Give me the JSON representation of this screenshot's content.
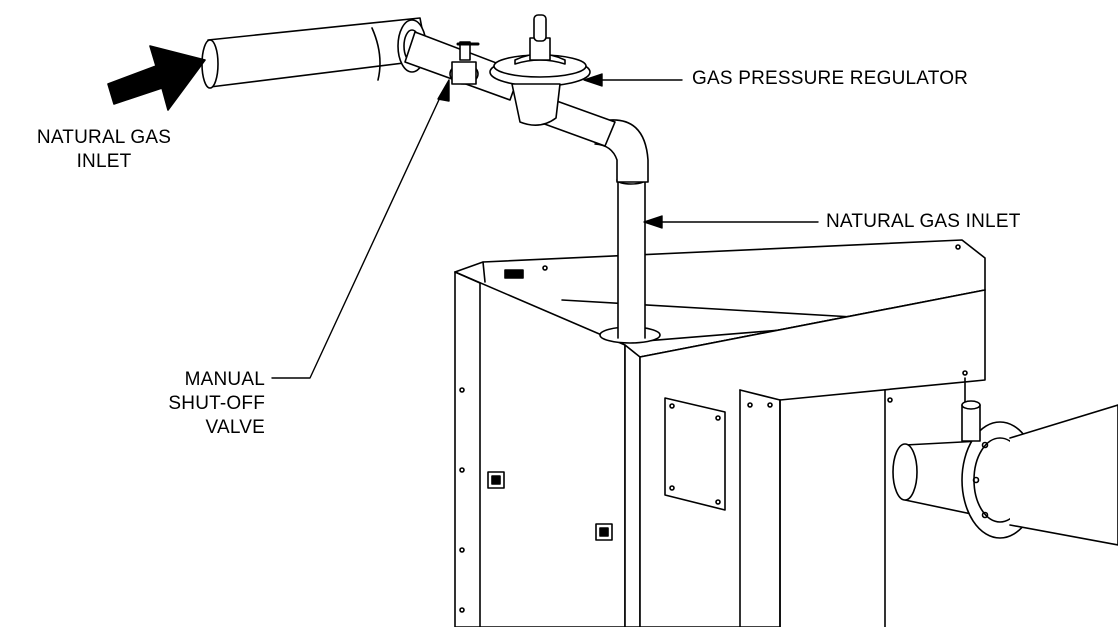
{
  "labels": {
    "natural_gas_inlet_left": [
      "NATURAL GAS",
      "INLET"
    ],
    "gas_pressure_regulator": "GAS PRESSURE REGULATOR",
    "natural_gas_inlet_right": "NATURAL GAS INLET",
    "manual_shutoff_valve": [
      "MANUAL",
      "SHUT-OFF",
      "VALVE"
    ]
  },
  "colors": {
    "ink": "#000000",
    "fill": "#ffffff"
  }
}
